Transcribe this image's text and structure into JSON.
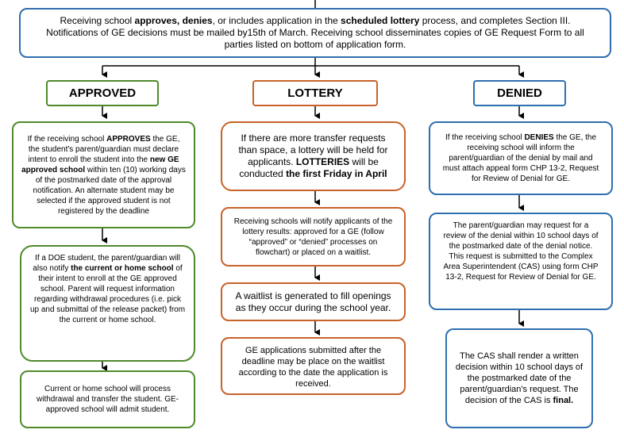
{
  "top": {
    "line1_a": "Receiving school ",
    "line1_b": "approves, denies",
    "line1_c": ", or includes application in the ",
    "line1_d": "scheduled lottery",
    "line1_e": " process, and completes Section III.",
    "line2": "Notifications of GE decisions must be mailed by15th of March.  Receiving school disseminates copies of GE Request Form to all",
    "line3": "parties listed on bottom of application form."
  },
  "headers": {
    "approved": "APPROVED",
    "lottery": "LOTTERY",
    "denied": "DENIED"
  },
  "approved": {
    "box1": {
      "a": "If the receiving school ",
      "b": "APPROVES",
      "c": " the GE, the student's parent/guardian must declare intent to enroll the student into the ",
      "d": "new GE approved school",
      "e": " within ten (10) working days of the postmarked date of the approval notification. An alternate student may be selected if the approved student is not registered by the deadline"
    },
    "box2": {
      "a": "If a DOE student, the parent/guardian will also notify ",
      "b": "the current or home school",
      "c": " of their intent to enroll at the GE approved school. Parent will request information regarding withdrawal procedures (i.e. pick up and submittal of the release packet) from the current or home school."
    },
    "box3": "Current or home school will process withdrawal and transfer the student. GE-approved school will admit student."
  },
  "lottery": {
    "box1": {
      "a": "If there are more transfer requests than space, a lottery will be held for applicants.  ",
      "b": "LOTTERIES",
      "c": " will be conducted ",
      "d": "the first Friday in April"
    },
    "box2": "Receiving schools will notify applicants of the lottery results: approved for a GE (follow “approved” or “denied” processes on flowchart) or placed on a waitlist.",
    "box3": "A waitlist is generated to fill openings as they occur during the school year.",
    "box4": "GE applications submitted after the deadline may be place on the waitlist according to the date the application is received."
  },
  "denied": {
    "box1": {
      "a": "If the receiving school ",
      "b": "DENIES",
      "c": " the GE, the receiving school will inform the parent/guardian of the denial by mail and must attach appeal form CHP 13-2, Request for Review of Denial for GE."
    },
    "box2": "The parent/guardian may request for a review of the denial within 10 school days of the postmarked date of the denial notice. This request is submitted to the Complex Area Superintendent (CAS) using form CHP 13-2, Request for Review of Denial for GE.",
    "box3": {
      "a": "The CAS shall render a written decision within 10 school days of the postmarked date of the parent/guardian's request.  The decision of the CAS is ",
      "b": "final."
    }
  },
  "colors": {
    "blue": "#2f6fb0",
    "green": "#4f8a2b",
    "orange": "#c8622a"
  }
}
